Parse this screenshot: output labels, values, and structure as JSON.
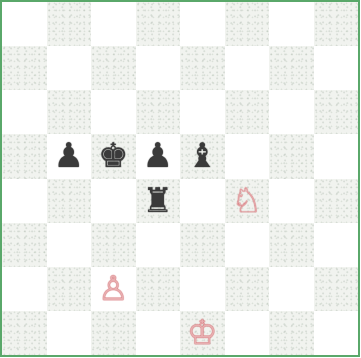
{
  "board": {
    "files": 8,
    "ranks": 8,
    "border_color": "#5aa86a",
    "colors": {
      "black_piece": "#3a3a3a",
      "red_piece": "#d45a5e"
    },
    "pieces": [
      {
        "name": "black-pawn-icon",
        "glyph": "♟",
        "side": "black",
        "square": "b5"
      },
      {
        "name": "black-king-icon",
        "glyph": "♚",
        "side": "black",
        "square": "c5"
      },
      {
        "name": "black-pawn-icon",
        "glyph": "♟",
        "side": "black",
        "square": "d5"
      },
      {
        "name": "black-bishop-icon",
        "glyph": "♝",
        "side": "black",
        "square": "e5"
      },
      {
        "name": "black-rook-icon",
        "glyph": "♜",
        "side": "black",
        "square": "d4"
      },
      {
        "name": "red-knight-icon",
        "glyph": "♘",
        "side": "red",
        "square": "f4"
      },
      {
        "name": "red-pawn-icon",
        "glyph": "♙",
        "side": "red",
        "square": "c2"
      },
      {
        "name": "red-king-icon",
        "glyph": "♔",
        "side": "red",
        "square": "e1"
      }
    ]
  }
}
